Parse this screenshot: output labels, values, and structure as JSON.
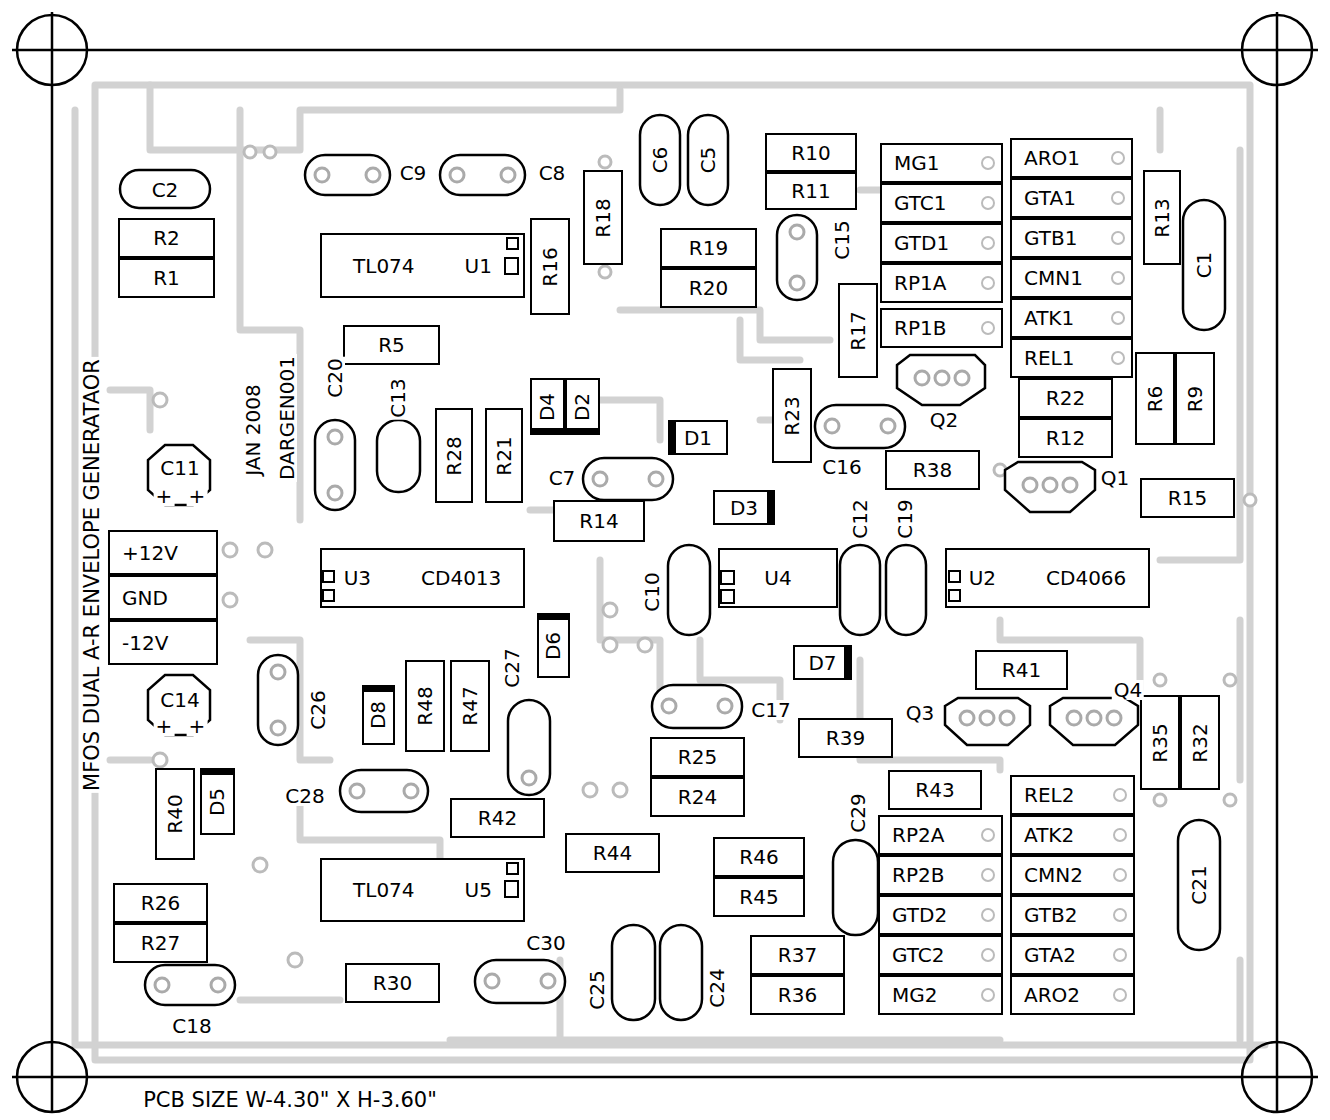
{
  "diagram": {
    "nodes": [
      {
        "text": [
          "R2"
        ]
      },
      {
        "text": [
          "R1"
        ]
      },
      {
        "text": [
          "TL074",
          "U1"
        ]
      },
      {
        "text": [
          "R16"
        ]
      },
      {
        "text": [
          "R18"
        ]
      },
      {
        "text": [
          "R10"
        ]
      },
      {
        "text": [
          "R11"
        ]
      },
      {
        "text": [
          "MG1"
        ]
      },
      {
        "text": [
          "GTC1"
        ]
      },
      {
        "text": [
          "GTD1"
        ]
      },
      {
        "text": [
          "RP1A"
        ]
      },
      {
        "text": [
          "RP1B"
        ]
      },
      {
        "text": [
          "ARO1"
        ]
      },
      {
        "text": [
          "GTA1"
        ]
      },
      {
        "text": [
          "GTB1"
        ]
      },
      {
        "text": [
          "CMN1"
        ]
      },
      {
        "text": [
          "ATK1"
        ]
      },
      {
        "text": [
          "REL1"
        ]
      },
      {
        "text": [
          "R13"
        ]
      },
      {
        "text": [
          "R19"
        ]
      },
      {
        "text": [
          "R20"
        ]
      },
      {
        "text": [
          "R17"
        ]
      },
      {
        "text": [
          "R5"
        ]
      },
      {
        "text": [
          "D4"
        ]
      },
      {
        "text": [
          "D2"
        ]
      },
      {
        "text": [
          "R28"
        ]
      },
      {
        "text": [
          "R21"
        ]
      },
      {
        "text": [
          "D1"
        ]
      },
      {
        "text": [
          "R23"
        ]
      },
      {
        "text": [
          "R22"
        ]
      },
      {
        "text": [
          "R12"
        ]
      },
      {
        "text": [
          "R6"
        ]
      },
      {
        "text": [
          "R9"
        ]
      },
      {
        "text": [
          "R38"
        ]
      },
      {
        "text": [
          "R14"
        ]
      },
      {
        "text": [
          "D3"
        ]
      },
      {
        "text": [
          "R15"
        ]
      },
      {
        "text": [
          "+12V"
        ]
      },
      {
        "text": [
          "GND"
        ]
      },
      {
        "text": [
          "-12V"
        ]
      },
      {
        "text": [
          "U3",
          "CD4013"
        ]
      },
      {
        "text": [
          "U4"
        ]
      },
      {
        "text": [
          "U2",
          "CD4066"
        ]
      },
      {
        "text": [
          "D6"
        ]
      },
      {
        "text": [
          "D7"
        ]
      },
      {
        "text": [
          "R41"
        ]
      },
      {
        "text": [
          "D8"
        ]
      },
      {
        "text": [
          "R48"
        ]
      },
      {
        "text": [
          "R47"
        ]
      },
      {
        "text": [
          "R25"
        ]
      },
      {
        "text": [
          "R24"
        ]
      },
      {
        "text": [
          "R39"
        ]
      },
      {
        "text": [
          "R35"
        ]
      },
      {
        "text": [
          "R32"
        ]
      },
      {
        "text": [
          "R43"
        ]
      },
      {
        "text": [
          "REL2"
        ]
      },
      {
        "text": [
          "RP2A"
        ]
      },
      {
        "text": [
          "ATK2"
        ]
      },
      {
        "text": [
          "RP2B"
        ]
      },
      {
        "text": [
          "CMN2"
        ]
      },
      {
        "text": [
          "GTD2"
        ]
      },
      {
        "text": [
          "GTB2"
        ]
      },
      {
        "text": [
          "GTC2"
        ]
      },
      {
        "text": [
          "GTA2"
        ]
      },
      {
        "text": [
          "MG2"
        ]
      },
      {
        "text": [
          "ARO2"
        ]
      },
      {
        "text": [
          "R40"
        ]
      },
      {
        "text": [
          "D5"
        ]
      },
      {
        "text": [
          "R42"
        ]
      },
      {
        "text": [
          "R44"
        ]
      },
      {
        "text": [
          "R46"
        ]
      },
      {
        "text": [
          "R45"
        ]
      },
      {
        "text": [
          "TL074",
          "U5"
        ]
      },
      {
        "text": [
          "R26"
        ]
      },
      {
        "text": [
          "R27"
        ]
      },
      {
        "text": [
          "R30"
        ]
      },
      {
        "text": [
          "R37"
        ]
      },
      {
        "text": [
          "R36"
        ]
      }
    ],
    "labels": [
      "C9",
      "C8",
      "C6",
      "C5",
      "C2",
      "C15",
      "C1",
      "MFOS DUAL A-R ENVELOPE GENERATAOR",
      "JAN 2008",
      "DARGEN001",
      "C20",
      "C13",
      "Q2",
      "C16",
      "C7",
      "Q1",
      "C11",
      "+",
      "+",
      "C12",
      "C19",
      "C10",
      "C26",
      "C27",
      "C14",
      "+",
      "+",
      "C17",
      "Q3",
      "Q4",
      "C28",
      "C29",
      "C21",
      "C30",
      "C25",
      "C24",
      "C18",
      "PCB SIZE W-4.30\" X H-3.60\""
    ]
  }
}
